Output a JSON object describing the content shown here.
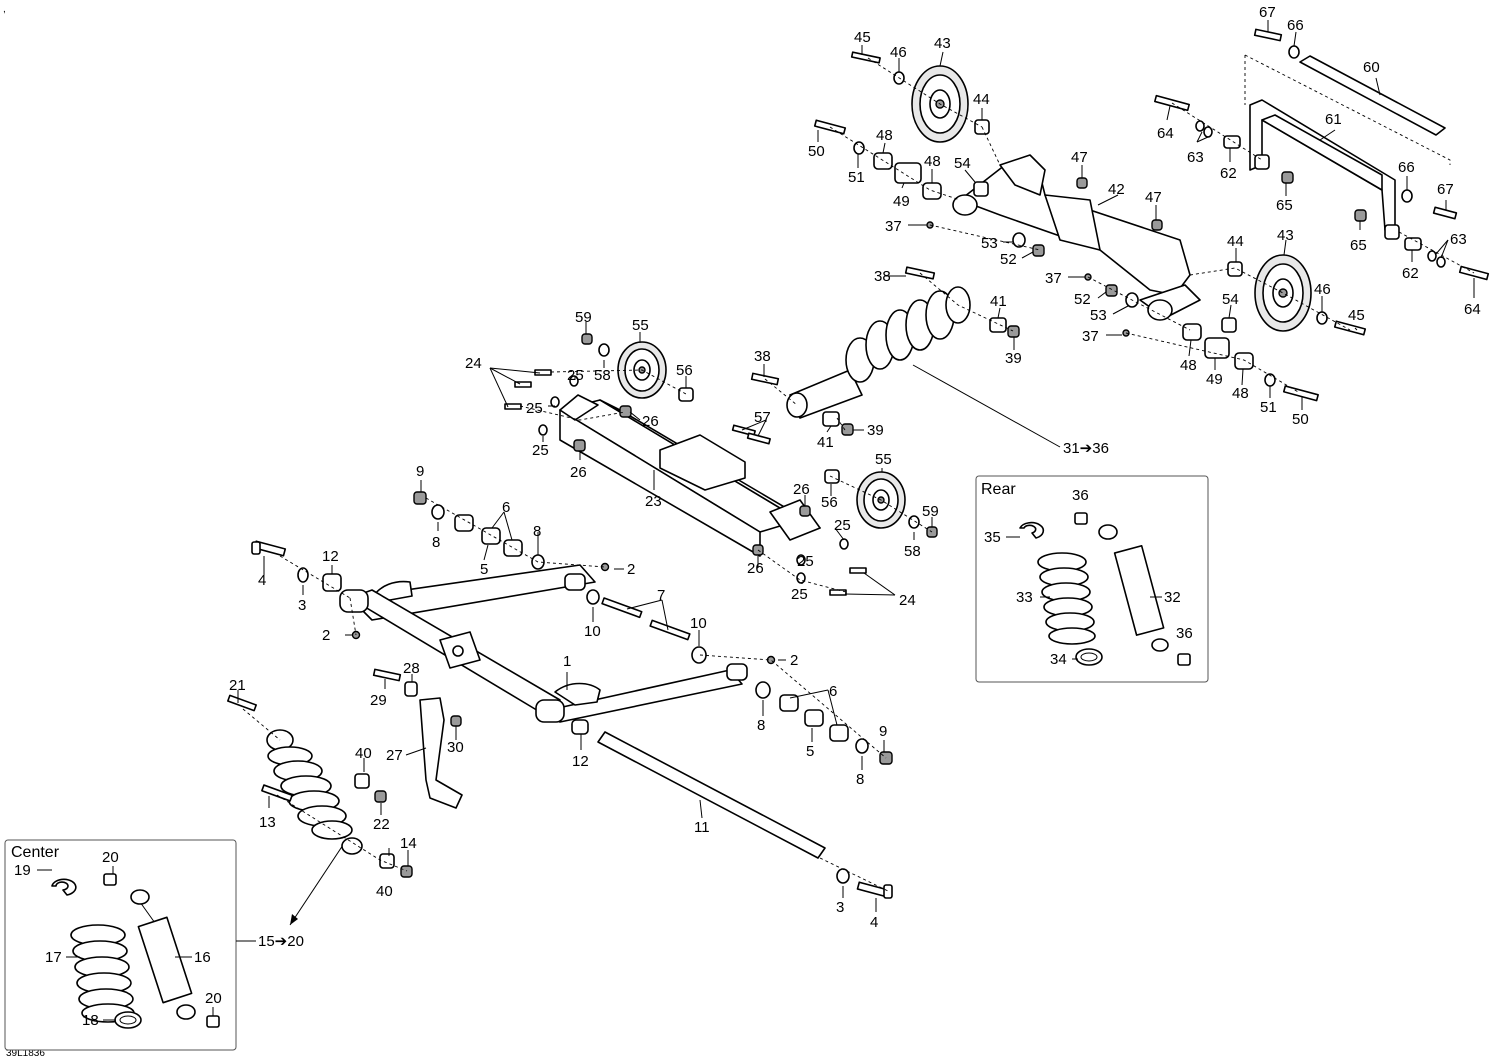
{
  "drawing_ref": "39L1836",
  "corner_mark": ",",
  "insets": {
    "center": {
      "title": "Center",
      "range": "15➔20"
    },
    "rear": {
      "title": "Rear",
      "range": "31➔36"
    }
  },
  "callouts": {
    "c1": "1",
    "c2": "2",
    "c3": "3",
    "c4": "4",
    "c5": "5",
    "c6": "6",
    "c7": "7",
    "c8": "8",
    "c9": "9",
    "c10": "10",
    "c11": "11",
    "c12": "12",
    "c13": "13",
    "c14": "14",
    "c16": "16",
    "c17": "17",
    "c18": "18",
    "c19": "19",
    "c20": "20",
    "c21": "21",
    "c22": "22",
    "c23": "23",
    "c24": "24",
    "c25": "25",
    "c26": "26",
    "c27": "27",
    "c28": "28",
    "c29": "29",
    "c30": "30",
    "c32": "32",
    "c33": "33",
    "c34": "34",
    "c35": "35",
    "c36": "36",
    "c37": "37",
    "c38": "38",
    "c39": "39",
    "c40": "40",
    "c41": "41",
    "c42": "42",
    "c43": "43",
    "c44": "44",
    "c45": "45",
    "c46": "46",
    "c47": "47",
    "c48": "48",
    "c49": "49",
    "c50": "50",
    "c51": "51",
    "c52": "52",
    "c53": "53",
    "c54": "54",
    "c55": "55",
    "c56": "56",
    "c57": "57",
    "c58": "58",
    "c59": "59",
    "c60": "60",
    "c61": "61",
    "c62": "62",
    "c63": "63",
    "c64": "64",
    "c65": "65",
    "c66": "66",
    "c67": "67"
  }
}
